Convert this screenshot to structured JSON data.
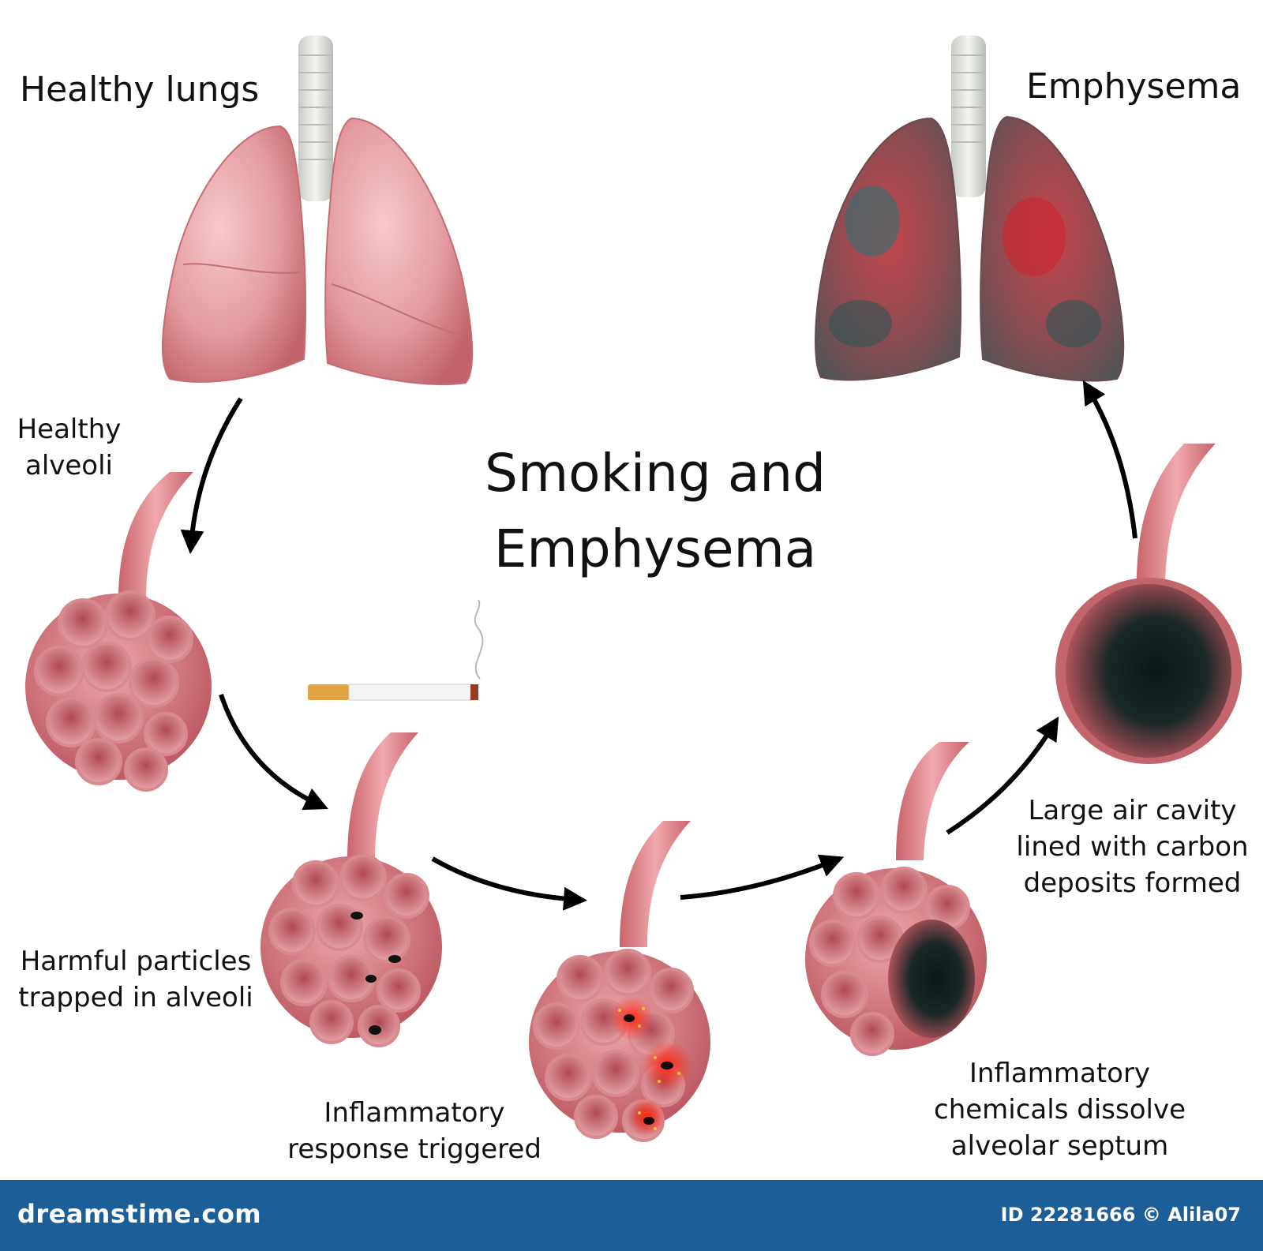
{
  "title_line1": "Smoking and",
  "title_line2": "Emphysema",
  "labels": {
    "healthy_lungs": "Healthy lungs",
    "emphysema": "Emphysema",
    "healthy_alveoli_line1": "Healthy",
    "healthy_alveoli_line2": "alveoli",
    "harmful_line1": "Harmful particles",
    "harmful_line2": "trapped in alveoli",
    "inflammatory_resp_line1": "Inflammatory",
    "inflammatory_resp_line2": "response triggered",
    "dissolve_line1": "Inflammatory",
    "dissolve_line2": "chemicals dissolve",
    "dissolve_line3": "alveolar septum",
    "cavity_line1": "Large air cavity",
    "cavity_line2": "lined with carbon",
    "cavity_line3": "deposits formed"
  },
  "footer": {
    "brand": "dreamstime.com",
    "credit": "ID 22281666 © Alila07"
  },
  "colors": {
    "lung_pink": "#e39a9f",
    "alveoli_red": "#c9616a",
    "footer_blue": "#1c5f98",
    "arrow": "#000000"
  }
}
